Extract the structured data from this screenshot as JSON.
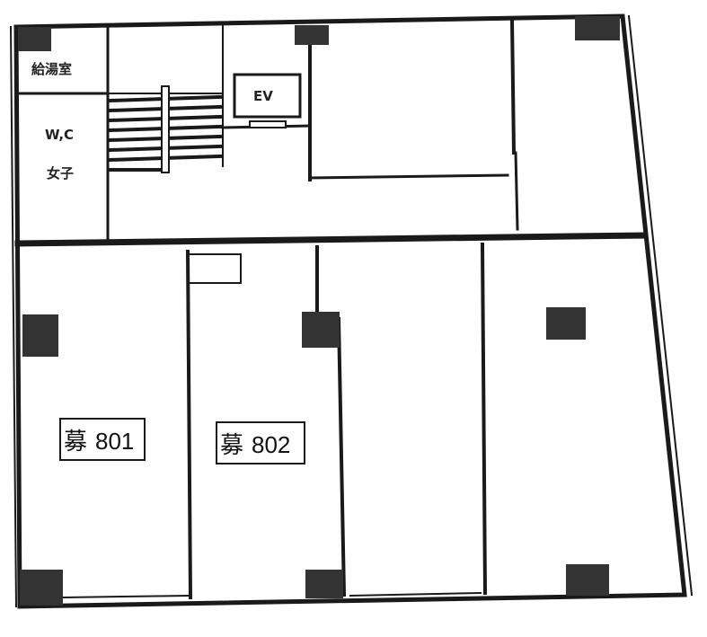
{
  "floor_plan": {
    "rooms": {
      "kitchenette": "給湯室",
      "restroom": "W,C",
      "restroom_gender": "女子",
      "elevator": "EV"
    },
    "units": [
      {
        "prefix": "募",
        "number": "801"
      },
      {
        "prefix": "募",
        "number": "802"
      }
    ],
    "colors": {
      "wall": "#1a1a1a",
      "column": "#333333",
      "background": "#ffffff"
    }
  }
}
